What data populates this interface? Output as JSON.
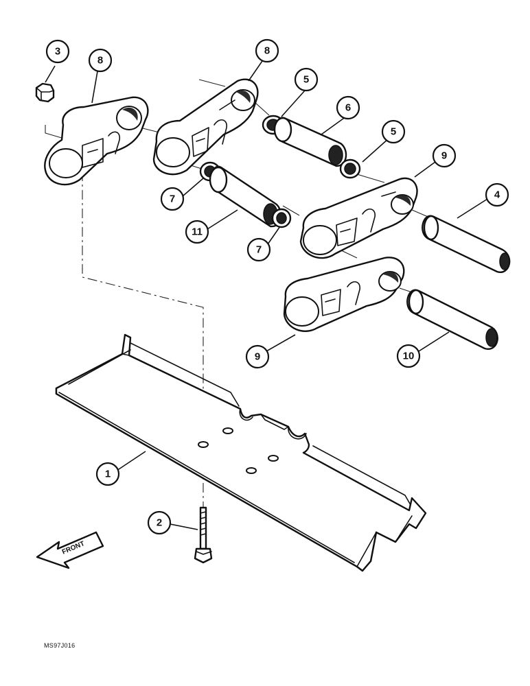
{
  "callouts": [
    {
      "id": "c1",
      "label": "1"
    },
    {
      "id": "c2",
      "label": "2"
    },
    {
      "id": "c3",
      "label": "3"
    },
    {
      "id": "c4",
      "label": "4"
    },
    {
      "id": "c5a",
      "label": "5"
    },
    {
      "id": "c5b",
      "label": "5"
    },
    {
      "id": "c6",
      "label": "6"
    },
    {
      "id": "c7a",
      "label": "7"
    },
    {
      "id": "c7b",
      "label": "7"
    },
    {
      "id": "c8a",
      "label": "8"
    },
    {
      "id": "c8b",
      "label": "8"
    },
    {
      "id": "c9a",
      "label": "9"
    },
    {
      "id": "c9b",
      "label": "9"
    },
    {
      "id": "c10",
      "label": "10"
    },
    {
      "id": "c11",
      "label": "11"
    }
  ],
  "direction_label": "FRONT",
  "reference_code": "MS97J016"
}
